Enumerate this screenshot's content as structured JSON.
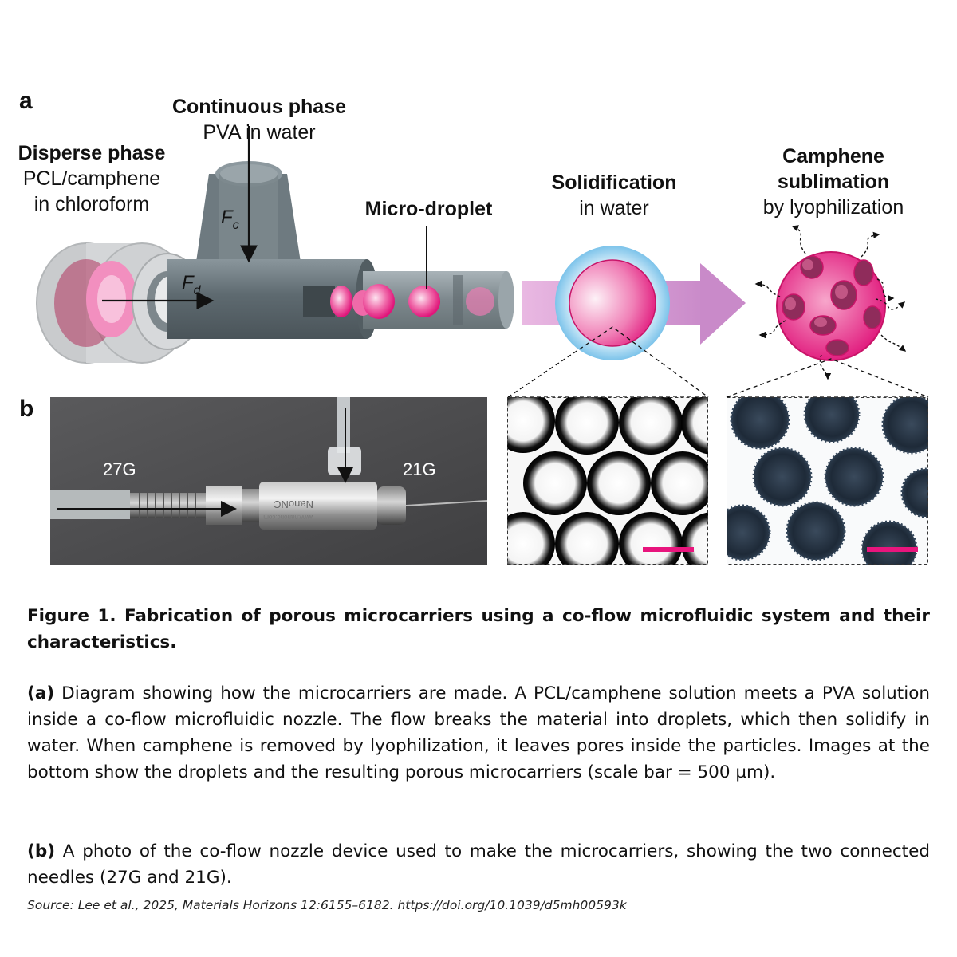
{
  "panel_a": {
    "letter": "a",
    "continuous_phase": {
      "title": "Continuous phase",
      "subtitle": "PVA in water"
    },
    "disperse_phase": {
      "title": "Disperse phase",
      "line1": "PCL/camphene",
      "line2": "in chloroform"
    },
    "micro_droplet": "Micro-droplet",
    "solidification": {
      "title": "Solidification",
      "subtitle": "in water"
    },
    "sublimation": {
      "title1": "Camphene",
      "title2": "sublimation",
      "subtitle": "by lyophilization"
    },
    "force_c": {
      "symbol": "F",
      "subscript": "c"
    },
    "force_d": {
      "symbol": "F",
      "subscript": "d"
    }
  },
  "panel_b": {
    "letter": "b",
    "needle_left": "27G",
    "needle_right": "21G",
    "nozzle_brand": "NanoNC",
    "nozzle_url": "www.nanonc.com",
    "scale_bar_color": "#e8157d"
  },
  "colors": {
    "accent_pink": "#e8157d",
    "arrow_violet": "#c98ac9",
    "halo_blue": "#7cc3ea"
  },
  "caption": {
    "figure_title": "Figure 1. Fabrication of porous microcarriers using a co-flow microfluidic system and their characteristics.",
    "a_label": "(a)",
    "a_text": " Diagram showing how the microcarriers are made. A PCL/camphene solution meets a PVA solution inside a co-flow microfluidic nozzle. The flow breaks the material into droplets, which then solidify in water. When camphene is removed by lyophilization, it leaves pores inside the particles. Images at the bottom show the droplets and the resulting porous microcarriers (scale bar = 500 µm).",
    "b_label": "(b)",
    "b_text": " A photo of the co-flow nozzle device used to make the microcarriers, showing the two connected needles (27G and 21G).",
    "source": "Source: Lee et al., 2025, Materials Horizons 12:6155–6182. https://doi.org/10.1039/d5mh00593k"
  }
}
